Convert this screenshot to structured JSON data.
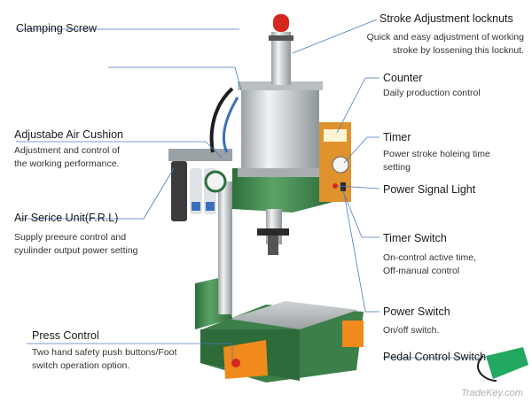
{
  "labels": {
    "clamping_screw": "Clamping Screw",
    "stroke_locknut": "Stroke Adjustment locknuts",
    "stroke_locknut_desc": [
      "Quick and easy adjustment of working",
      "stroke by lossening this locknut."
    ],
    "counter": "Counter",
    "counter_desc": [
      "Daily production control"
    ],
    "air_cushion": "Adjustabe Air Cushion",
    "air_cushion_desc": [
      "Adjustment and control of",
      "the working performance."
    ],
    "timer": "Timer",
    "timer_desc": [
      "Power stroke holeing time",
      "setting"
    ],
    "power_signal": "Power Signal Light",
    "air_service": "Air Serice Unit(F.R.L)",
    "air_service_desc": [
      "Supply preeure control and",
      "cyulinder output power setting"
    ],
    "timer_switch": "Timer Switch",
    "timer_switch_desc": [
      "On-control active time,",
      "Off-manual control"
    ],
    "power_switch": "Power Switch",
    "power_switch_desc": [
      "On/off switch."
    ],
    "press_control": "Press Control",
    "press_control_desc": [
      "Two hand safety push buttons/Foot",
      "switch operation option."
    ],
    "pedal_switch": "Pedal Control Switch"
  },
  "watermark": "TradeKey.com",
  "colors": {
    "machine_green": "#3f8a4e",
    "cylinder_silver": "#d4d9dc",
    "counter_orange": "#e0922c",
    "button_orange": "#f08a1c",
    "cap_red": "#d6271f",
    "line_blue": "#4a7cbf"
  }
}
